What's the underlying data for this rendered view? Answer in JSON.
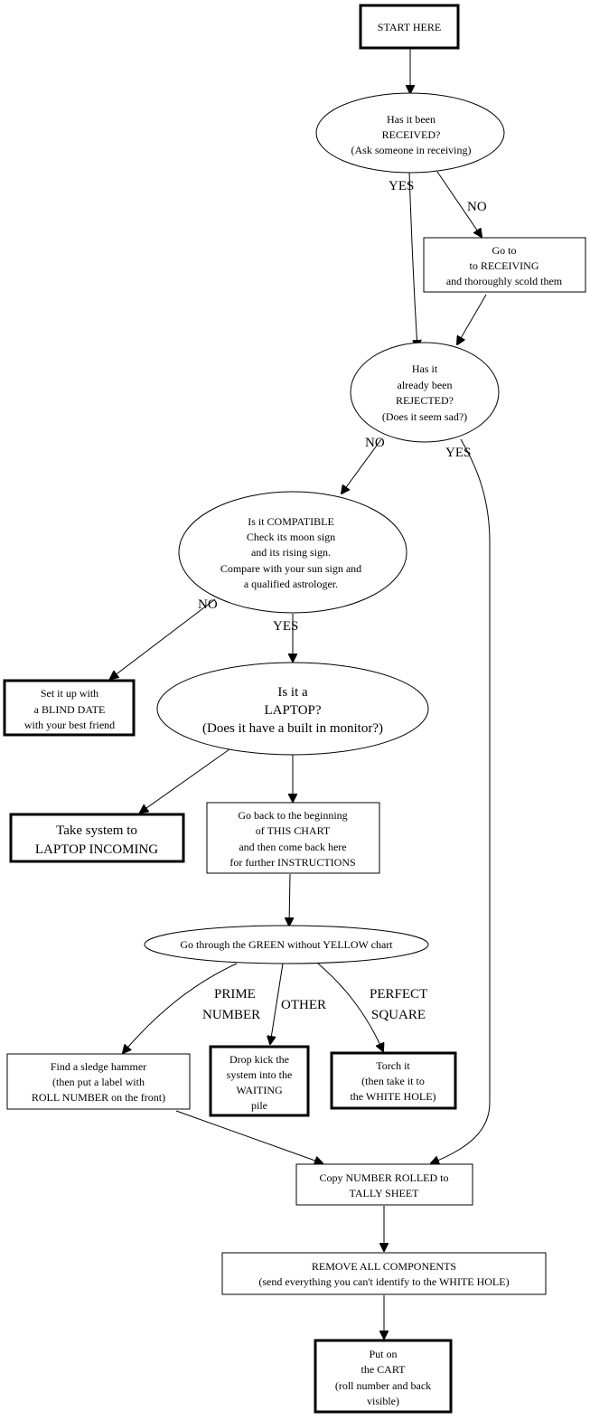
{
  "title": "Computer intake flowchart",
  "nodes": {
    "start": {
      "lines": [
        "START HERE"
      ]
    },
    "received": {
      "lines": [
        "Has it been",
        "RECEIVED?",
        "(Ask someone in receiving)"
      ]
    },
    "goto_receiving": {
      "lines": [
        "Go to",
        "to RECEIVING",
        "and thoroughly scold them"
      ]
    },
    "rejected": {
      "lines": [
        "Has it",
        "already been",
        "REJECTED?",
        "(Does it seem sad?)"
      ]
    },
    "compatible": {
      "lines": [
        "Is it COMPATIBLE",
        "Check its moon sign",
        "and its rising sign.",
        "Compare with your sun sign and",
        "a qualified astrologer."
      ]
    },
    "blind_date": {
      "lines": [
        "Set it up with",
        "a BLIND DATE",
        "with your best friend"
      ]
    },
    "laptop": {
      "lines": [
        "Is it a",
        "LAPTOP?",
        "(Does it have a built in monitor?)"
      ]
    },
    "laptop_incoming": {
      "lines": [
        "Take system to",
        "LAPTOP INCOMING"
      ]
    },
    "go_back": {
      "lines": [
        "Go back to the beginning",
        "of THIS CHART",
        "and then come back here",
        "for further INSTRUCTIONS"
      ]
    },
    "green_yellow": {
      "lines": [
        "Go through the GREEN without YELLOW chart"
      ]
    },
    "sledge": {
      "lines": [
        "Find a sledge hammer",
        "(then put a label with",
        "ROLL NUMBER on the front)"
      ]
    },
    "drop_kick": {
      "lines": [
        "Drop kick the",
        "system into the",
        "WAITING",
        "pile"
      ]
    },
    "torch": {
      "lines": [
        "Torch it",
        "(then take it to",
        "the WHITE HOLE)"
      ]
    },
    "copy_number": {
      "lines": [
        "Copy NUMBER ROLLED to",
        "TALLY SHEET"
      ]
    },
    "remove": {
      "lines": [
        "REMOVE ALL COMPONENTS",
        "(send everything you can't identify to the WHITE HOLE)"
      ]
    },
    "cart": {
      "lines": [
        "Put on",
        "the CART",
        "(roll number and back",
        "visible)"
      ]
    }
  },
  "edge_labels": {
    "received_yes": "YES",
    "received_no": "NO",
    "rejected_no": "NO",
    "rejected_yes": "YES",
    "compatible_no": "NO",
    "compatible_yes": "YES",
    "prime": [
      "PRIME",
      "NUMBER"
    ],
    "other": "OTHER",
    "square": [
      "PERFECT",
      "SQUARE"
    ]
  }
}
